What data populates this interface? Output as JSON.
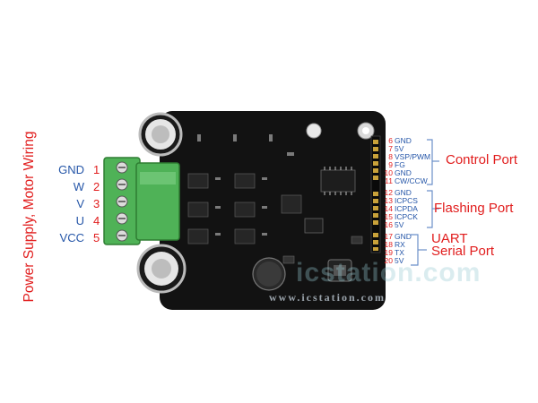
{
  "left_side": {
    "title": "Power Supply, Motor Wiring",
    "pins": [
      {
        "label": "GND",
        "num": "1"
      },
      {
        "label": "W",
        "num": "2"
      },
      {
        "label": "V",
        "num": "3"
      },
      {
        "label": "U",
        "num": "4"
      },
      {
        "label": "VCC",
        "num": "5"
      }
    ]
  },
  "right_side": {
    "pins": [
      {
        "num": "6",
        "label": "GND"
      },
      {
        "num": "7",
        "label": "5V"
      },
      {
        "num": "8",
        "label": "VSP/PWM"
      },
      {
        "num": "9",
        "label": "FG"
      },
      {
        "num": "10",
        "label": "GND"
      },
      {
        "num": "11",
        "label": "CW/CCW"
      },
      {
        "num": "12",
        "label": "GND"
      },
      {
        "num": "13",
        "label": "ICPCS"
      },
      {
        "num": "14",
        "label": "ICPDA"
      },
      {
        "num": "15",
        "label": "ICPCK"
      },
      {
        "num": "16",
        "label": "5V"
      },
      {
        "num": "17",
        "label": "GND"
      },
      {
        "num": "18",
        "label": "RX"
      },
      {
        "num": "19",
        "label": "TX"
      },
      {
        "num": "20",
        "label": "5V"
      }
    ],
    "ports": {
      "control": "Control Port",
      "flashing": "Flashing Port",
      "uart_line1": "UART",
      "uart_line2": "Serial Port"
    }
  },
  "watermark": {
    "url": "www.icstation.com",
    "brand": "icstation.com"
  },
  "colors": {
    "red": "#e11d1d",
    "blue": "#2556a8",
    "board": "#121212",
    "terminal": "#4fb257"
  }
}
